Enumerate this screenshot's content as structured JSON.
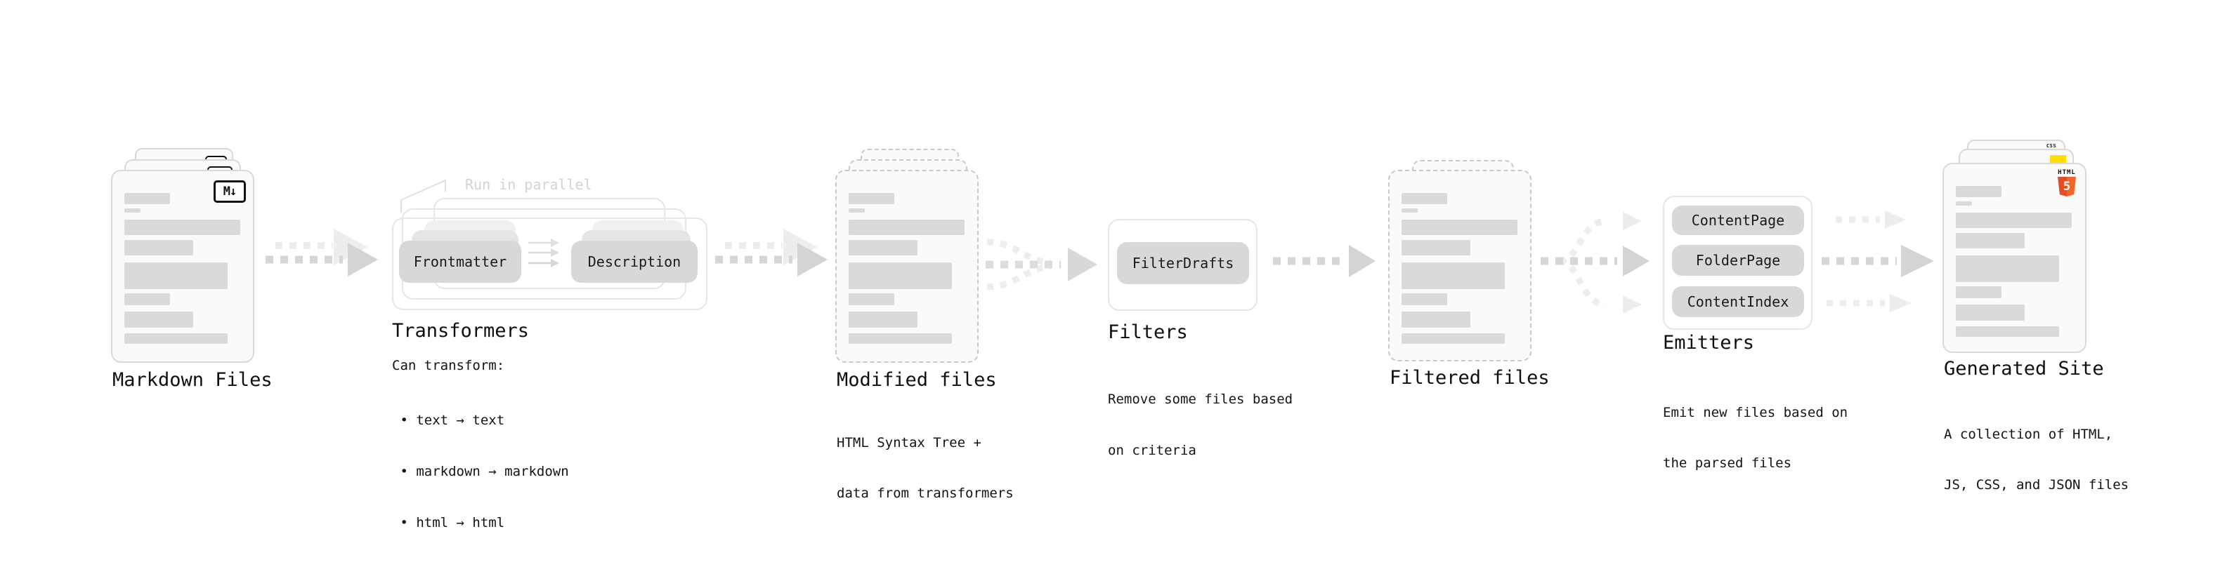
{
  "markdown": {
    "title": "Markdown Files",
    "badge": "M↓"
  },
  "transformers": {
    "note": "Run in parallel",
    "pill_left": "Frontmatter",
    "pill_right": "Description",
    "title": "Transformers",
    "caption": "Can transform:",
    "bullets": [
      " • text → text",
      " • markdown → markdown",
      " • html → html"
    ]
  },
  "modified": {
    "title": "Modified files",
    "caption_line1": "HTML Syntax Tree +",
    "caption_line2": "data from transformers"
  },
  "filters": {
    "pill": "FilterDrafts",
    "title": "Filters",
    "caption_line1": "Remove some files based",
    "caption_line2": "on criteria"
  },
  "filtered": {
    "title": "Filtered files"
  },
  "emitters": {
    "pill1": "ContentPage",
    "pill2": "FolderPage",
    "pill3": "ContentIndex",
    "title": "Emitters",
    "caption_line1": "Emit new files based on",
    "caption_line2": "the parsed files"
  },
  "generated": {
    "title": "Generated Site",
    "caption_line1": "A collection of HTML,",
    "caption_line2": "JS, CSS, and JSON files",
    "html5_label": "HTML",
    "html5_number": "5",
    "css_label": "CSS"
  },
  "colors": {
    "html5_orange": "#e44d26",
    "js_yellow": "#ffdf00",
    "css_blue": "#2f6df2",
    "pill_gray": "#d8d8d8",
    "bar_gray": "#dadada"
  }
}
